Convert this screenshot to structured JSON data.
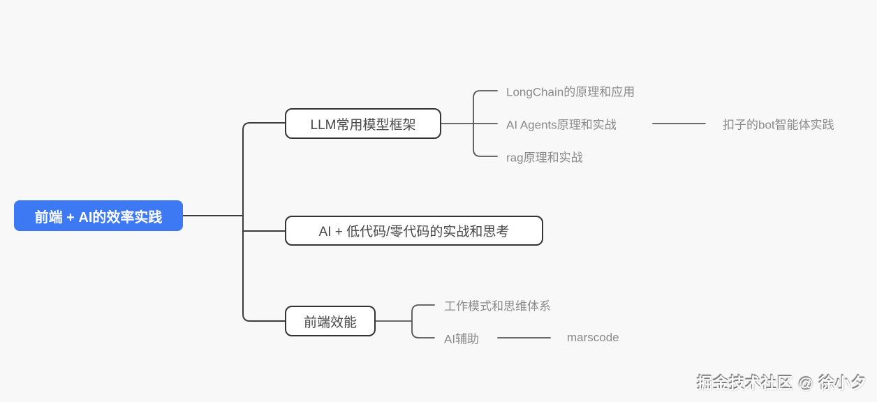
{
  "diagram": {
    "type": "mindmap",
    "root": {
      "label": "前端 + AI的效率实践"
    },
    "branches": [
      {
        "label": "LLM常用模型框架",
        "children": [
          {
            "label": "LongChain的原理和应用"
          },
          {
            "label": "AI Agents原理和实战",
            "children": [
              {
                "label": "扣子的bot智能体实践"
              }
            ]
          },
          {
            "label": "rag原理和实战"
          }
        ]
      },
      {
        "label": "AI + 低代码/零代码的实战和思考",
        "children": []
      },
      {
        "label": "前端效能",
        "children": [
          {
            "label": "工作模式和思维体系"
          },
          {
            "label": "AI辅助",
            "children": [
              {
                "label": "marscode"
              }
            ]
          }
        ]
      }
    ]
  },
  "watermark": {
    "text": "掘金技术社区 @ 徐小夕"
  },
  "colors": {
    "background": "#f8f8f9",
    "root_bg": "#3d79f2",
    "root_text": "#ffffff",
    "node_border": "#333333",
    "node_text": "#484848",
    "leaf_text": "#8a8a8a",
    "connector_main": "#3d3d3d",
    "connector_leaf": "#555555"
  }
}
